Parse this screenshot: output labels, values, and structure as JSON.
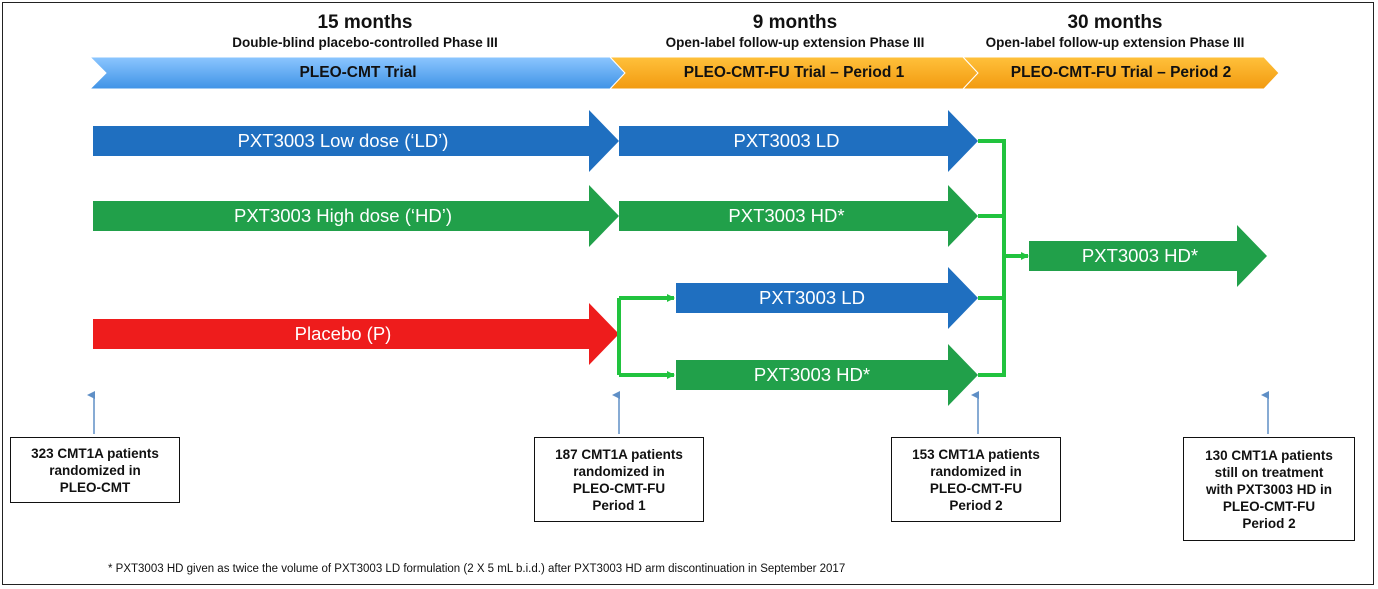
{
  "colors": {
    "blue_arm": "#1f6fc0",
    "green_arm": "#21a04a",
    "red_arm": "#ee1c1c",
    "band_blue": "#5aa8f0",
    "band_orange": "#f7a81e",
    "connector_green": "#21c33e",
    "pointer_blue": "#5f8fc6"
  },
  "headers": [
    {
      "months": "15 months",
      "phase": "Double-blind placebo-controlled Phase III"
    },
    {
      "months": "9 months",
      "phase": "Open-label follow-up extension Phase III"
    },
    {
      "months": "30 months",
      "phase": "Open-label follow-up extension Phase III"
    }
  ],
  "bands": [
    {
      "label": "PLEO-CMT Trial"
    },
    {
      "label": "PLEO-CMT-FU Trial – Period 1"
    },
    {
      "label": "PLEO-CMT-FU Trial – Period 2"
    }
  ],
  "arms": {
    "low_dose": "PXT3003 Low dose (‘LD’)",
    "high_dose": "PXT3003 High dose (‘HD’)",
    "placebo": "Placebo (P)",
    "fu_ld_from_ld": "PXT3003 LD",
    "fu_hd_from_hd": "PXT3003 HD*",
    "fu_ld_from_p": "PXT3003 LD",
    "fu_hd_from_p": "PXT3003 HD*",
    "period2_hd": "PXT3003 HD*"
  },
  "patient_boxes": [
    {
      "text": "323 CMT1A patients\nrandomized in\nPLEO-CMT"
    },
    {
      "text": "187 CMT1A patients\nrandomized in\nPLEO-CMT-FU\nPeriod 1"
    },
    {
      "text": "153 CMT1A patients\nrandomized in\nPLEO-CMT-FU\nPeriod 2"
    },
    {
      "text": "130 CMT1A patients\nstill on treatment\nwith PXT3003 HD in\nPLEO-CMT-FU\nPeriod 2"
    }
  ],
  "footnote": "* PXT3003 HD given as twice the volume of PXT3003 LD formulation (2 X 5 mL b.i.d.) after PXT3003 HD arm discontinuation in September 2017"
}
